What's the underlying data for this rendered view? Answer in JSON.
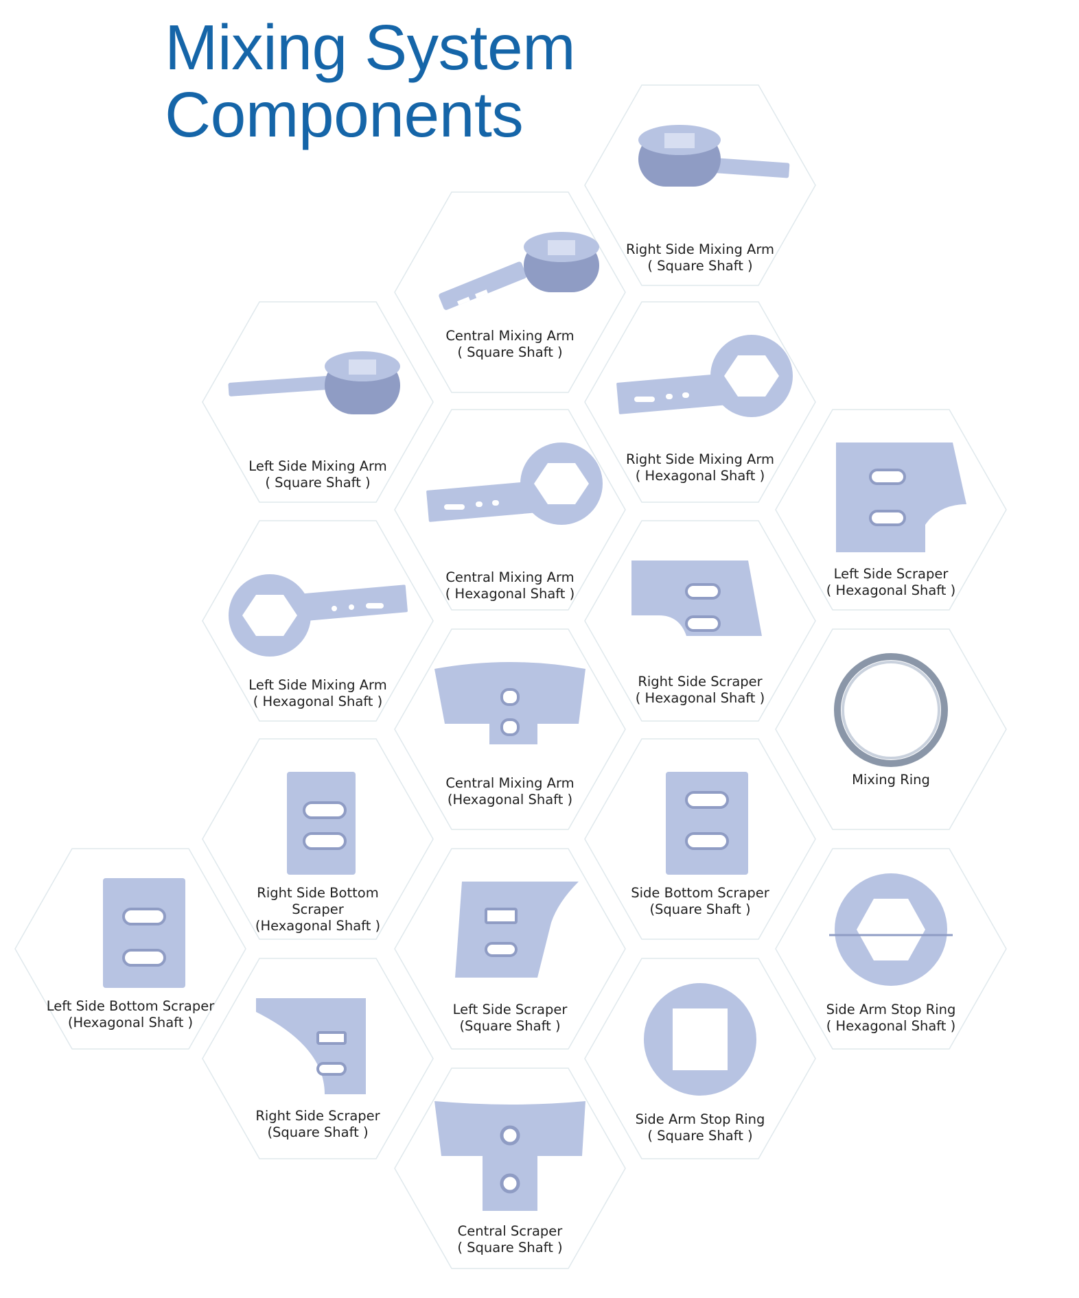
{
  "title": {
    "line1": "Mixing System",
    "line2": "Components"
  },
  "colors": {
    "title": "#1565a8",
    "part": "#b7c3e2",
    "part_shadow": "#8f9cc4",
    "part_highlight": "#d7def1",
    "hex_outline": "#dfe8ec"
  },
  "components": [
    {
      "id": "right-side-mixing-arm-square",
      "shape": "arm-right",
      "line1": "Right Side Mixing Arm",
      "line2": "( Square Shaft )"
    },
    {
      "id": "central-mixing-arm-square",
      "shape": "arm-left-up",
      "line1": "Central Mixing Arm",
      "line2": "( Square Shaft )"
    },
    {
      "id": "left-side-mixing-arm-square",
      "shape": "arm-left",
      "line1": "Left Side Mixing Arm",
      "line2": "( Square Shaft )"
    },
    {
      "id": "right-side-mixing-arm-hex",
      "shape": "arm-left-hex",
      "line1": "Right Side Mixing Arm",
      "line2": "( Hexagonal Shaft )"
    },
    {
      "id": "central-mixing-arm-hex",
      "shape": "arm-left-hex",
      "line1": "Central Mixing Arm",
      "line2": "( Hexagonal Shaft )"
    },
    {
      "id": "left-side-scraper-hex",
      "shape": "scraper-left",
      "line1": "Left  Side Scraper",
      "line2": "( Hexagonal Shaft )"
    },
    {
      "id": "left-side-mixing-arm-hex",
      "shape": "arm-right-hex",
      "line1": "Left Side Mixing Arm",
      "line2": "( Hexagonal Shaft )"
    },
    {
      "id": "right-side-scraper-hex",
      "shape": "scraper-right",
      "line1": "Right Side Scraper",
      "line2": "( Hexagonal Shaft )"
    },
    {
      "id": "central-mixing-arm-hex-2",
      "shape": "central-blade",
      "line1": "Central Mixing Arm",
      "line2": "(Hexagonal Shaft )"
    },
    {
      "id": "mixing-ring",
      "shape": "ring",
      "line1": "Mixing Ring",
      "line2": ""
    },
    {
      "id": "right-side-bottom-scraper-hex",
      "shape": "plate-narrow",
      "line1": "Right Side Bottom",
      "line2": "Scraper",
      "line3": "(Hexagonal Shaft )"
    },
    {
      "id": "side-bottom-scraper-square",
      "shape": "plate-square",
      "line1": "Side Bottom Scraper",
      "line2": "(Square Shaft )"
    },
    {
      "id": "left-side-bottom-scraper-hex",
      "shape": "plate-tall",
      "line1": "Left Side Bottom Scraper",
      "line2": "(Hexagonal Shaft )"
    },
    {
      "id": "left-side-scraper-square",
      "shape": "scraper-left-sq",
      "line1": "Left Side Scraper",
      "line2": "(Square Shaft )"
    },
    {
      "id": "side-arm-stop-ring-hex",
      "shape": "stop-ring-hex",
      "line1": "Side Arm Stop Ring",
      "line2": "( Hexagonal Shaft )"
    },
    {
      "id": "right-side-scraper-square",
      "shape": "scraper-right-sq",
      "line1": "Right Side Scraper",
      "line2": "(Square Shaft )"
    },
    {
      "id": "side-arm-stop-ring-square",
      "shape": "stop-ring-square",
      "line1": "Side Arm Stop Ring",
      "line2": "( Square Shaft )"
    },
    {
      "id": "central-scraper-square",
      "shape": "central-scraper",
      "line1": "Central Scraper",
      "line2": "( Square Shaft )"
    }
  ]
}
